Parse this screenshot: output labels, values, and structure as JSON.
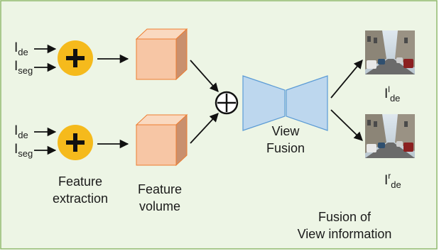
{
  "colors": {
    "background": "#EDF5E5",
    "frame": "#8FB86B",
    "plus_circle": "#F5BA1C",
    "cube_front": "#F7C6A5",
    "cube_top": "#FAD9C0",
    "cube_side": "#C9906E",
    "cube_edge": "#ED7D31",
    "fusion_fill": "#BDD7EE",
    "fusion_edge": "#5B9BD5",
    "arrow": "#111111"
  },
  "inputs": {
    "top": {
      "depth": {
        "base": "I",
        "sub": "de"
      },
      "seg": {
        "base": "I",
        "sub": "seg"
      }
    },
    "bottom": {
      "depth": {
        "base": "I",
        "sub": "de"
      },
      "seg": {
        "base": "I",
        "sub": "seg"
      }
    }
  },
  "captions": {
    "feature_extraction": {
      "line1": "Feature",
      "line2": "extraction"
    },
    "feature_volume": {
      "line1": "Feature",
      "line2": "volume"
    },
    "view_fusion": {
      "line1": "View",
      "line2": "Fusion"
    },
    "fusion_info": {
      "line1": "Fusion of",
      "line2": "View information"
    }
  },
  "outputs": {
    "left": {
      "base": "I",
      "sup": "l",
      "sub": "de"
    },
    "right": {
      "base": "I",
      "sup": "r",
      "sub": "de"
    }
  },
  "icons": [
    "plus-circle-icon",
    "cube-icon",
    "oplus-icon",
    "hourglass-fusion-icon",
    "street-photo-icon"
  ]
}
